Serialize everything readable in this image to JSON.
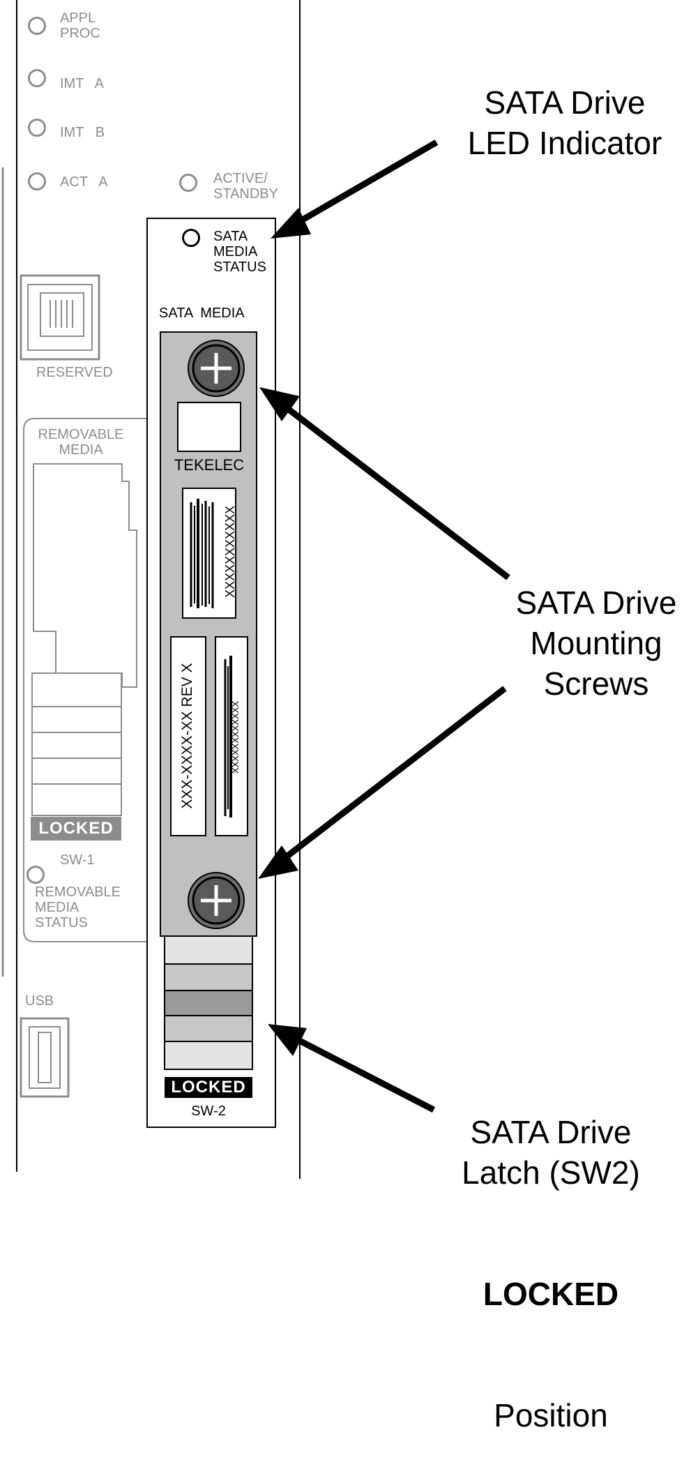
{
  "leds": {
    "appl_proc": "APPL\nPROC",
    "imt_a": "IMT   A",
    "imt_b": "IMT   B",
    "act_a": "ACT   A",
    "active_standby": "ACTIVE/\nSTANDBY",
    "sata_media_status": "SATA\nMEDIA\nSTATUS"
  },
  "labels": {
    "reserved": "RESERVED",
    "removable_media": "REMOVABLE\nMEDIA",
    "sw1": "SW-1",
    "removable_media_status": "REMOVABLE\nMEDIA\nSTATUS",
    "usb": "USB",
    "sata_media": "SATA  MEDIA",
    "tekelec": "TEKELEC",
    "barcode_number": "XXXXXXXXXXX",
    "part_number": "XXX-XXXX-XX  REV  X",
    "small_barcode_number": "XXXXXXXXXXXX",
    "locked_sw1": "LOCKED",
    "locked_sw2": "LOCKED",
    "sw2": "SW-2"
  },
  "callouts": {
    "led_indicator": "SATA Drive\nLED Indicator",
    "mounting_screws": "SATA Drive\nMounting\nScrews",
    "latch_line1": "SATA Drive\nLatch (SW2)",
    "latch_bold": "LOCKED",
    "latch_line3": "Position"
  },
  "colors": {
    "panel_gray": "#8c8c8c",
    "sata_carrier": "#c0c0c0",
    "screw": "#6e6e6e",
    "locked_sw1_bg": "#8c8c8c",
    "locked_sw2_bg": "#000000"
  }
}
